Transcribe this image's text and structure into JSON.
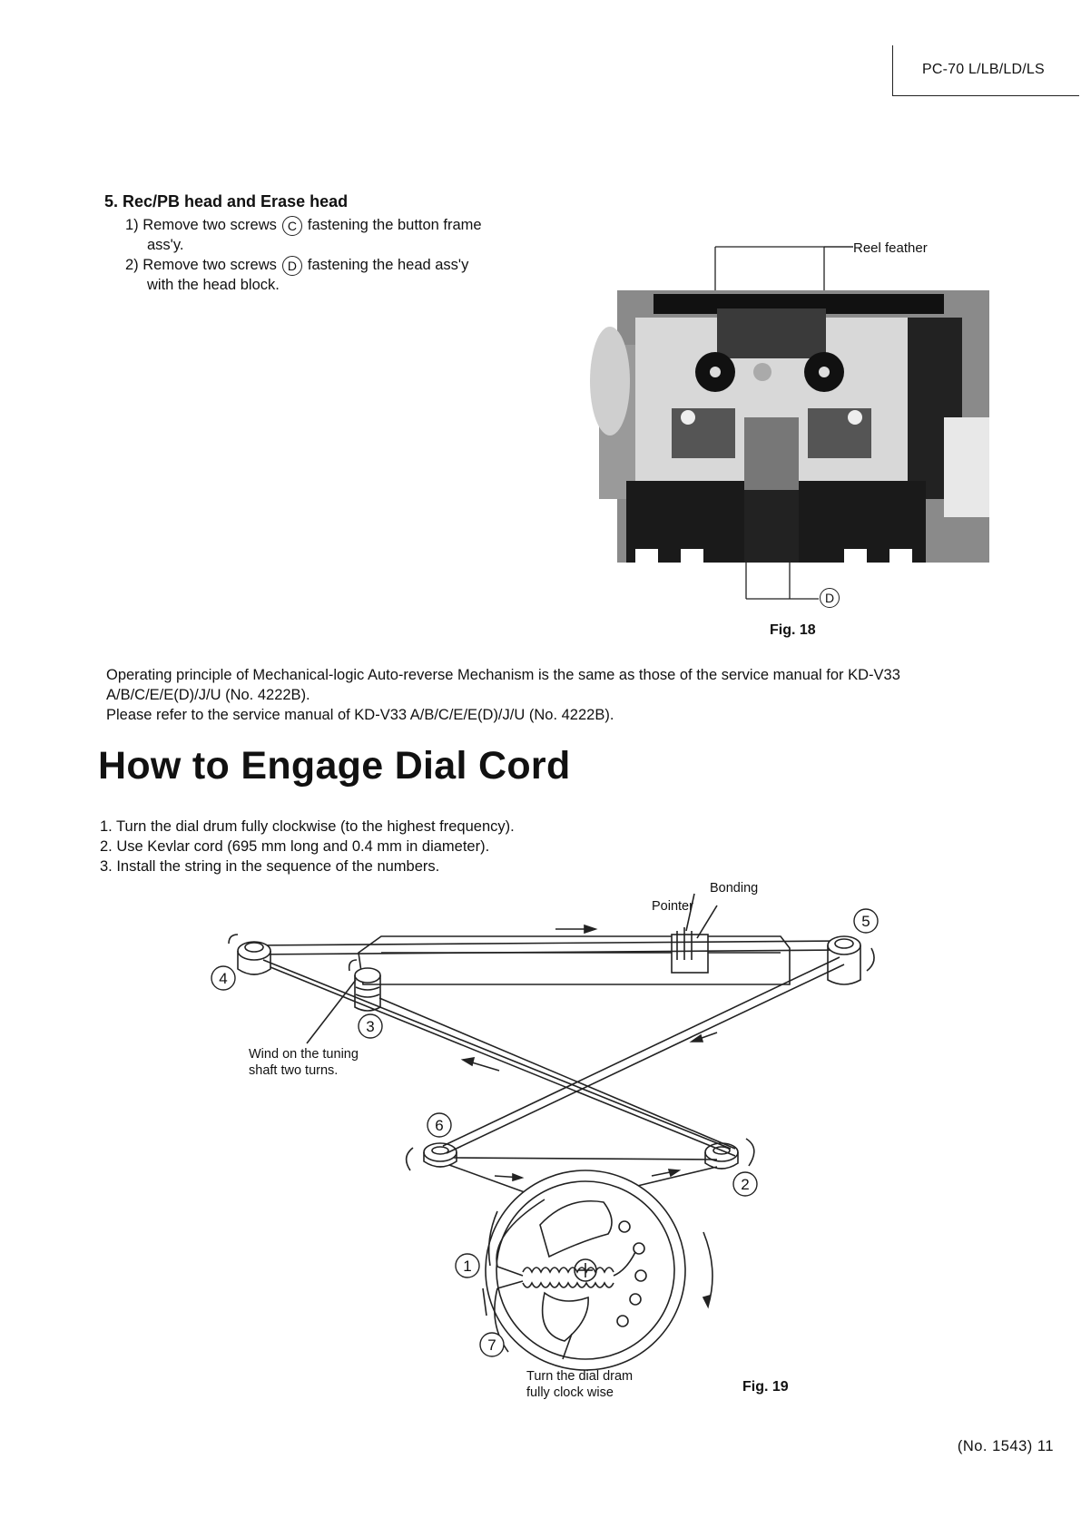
{
  "header": {
    "model": "PC-70 L/LB/LD/LS"
  },
  "section5": {
    "title": "5. Rec/PB head and Erase head",
    "step1_pre": "1) Remove two screws",
    "step1_mark": "C",
    "step1_post": "fastening the button frame",
    "step1_cont": "ass'y.",
    "step2_pre": "2) Remove two screws",
    "step2_mark": "D",
    "step2_post": "fastening the head ass'y",
    "step2_cont": "with the head block."
  },
  "fig18": {
    "label_reel": "Reel feather",
    "label_d": "D",
    "caption": "Fig. 18"
  },
  "paragraph": {
    "line1": "Operating principle of Mechanical-logic Auto-reverse Mechanism is the same as those of the service manual for KD-V33",
    "line2": "A/B/C/E/E(D)/J/U (No. 4222B).",
    "line3": "Please refer to the service manual of KD-V33 A/B/C/E/E(D)/J/U (No. 4222B)."
  },
  "dial_section": {
    "heading": "How to Engage Dial Cord",
    "steps": [
      "1. Turn the dial drum fully clockwise (to the highest frequency).",
      "2. Use Kevlar cord (695 mm long and 0.4 mm in diameter).",
      "3. Install the string in the sequence of the numbers."
    ]
  },
  "fig19": {
    "bonding": "Bonding",
    "pointer": "Pointer",
    "wind_line1": "Wind on the tuning",
    "wind_line2": "shaft two turns.",
    "turn_line1": "Turn the dial dram",
    "turn_line2": "fully clock wise",
    "caption": "Fig. 19",
    "numbers": [
      "1",
      "2",
      "3",
      "4",
      "5",
      "6",
      "7"
    ]
  },
  "footer": {
    "page_ref": "(No. 1543)  11"
  }
}
